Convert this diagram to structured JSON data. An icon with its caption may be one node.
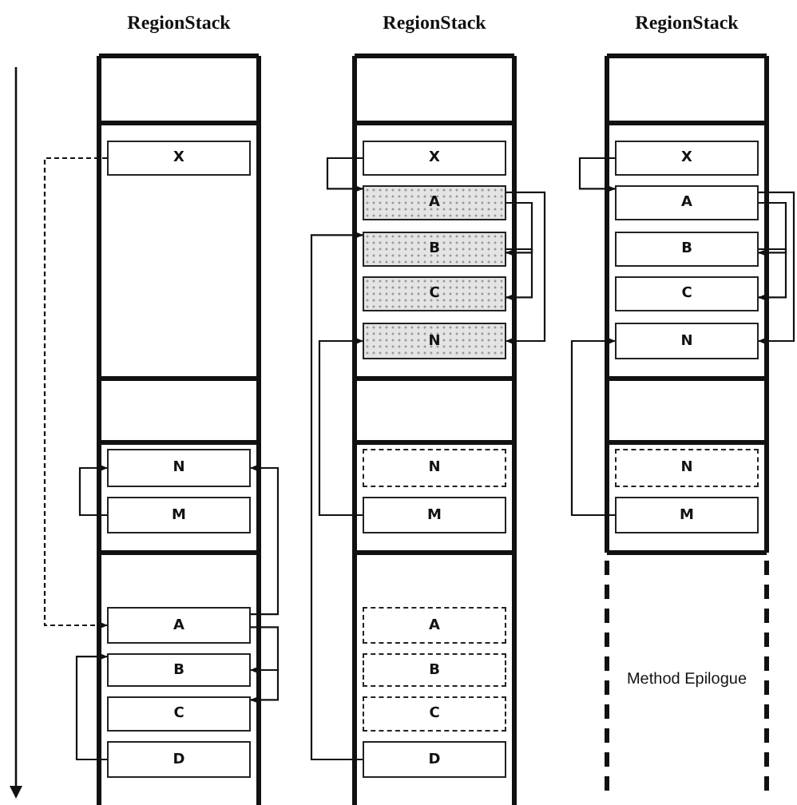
{
  "diagram": {
    "nodes": [
      {
        "text": [
          "RegionStack"
        ]
      },
      {
        "text": [
          "X"
        ],
        "in": 0
      },
      {
        "text": [
          "N"
        ],
        "in": 0
      },
      {
        "text": [
          "M"
        ],
        "in": 0
      },
      {
        "text": [
          "A"
        ],
        "in": 0
      },
      {
        "text": [
          "B"
        ],
        "in": 0
      },
      {
        "text": [
          "C"
        ],
        "in": 0
      },
      {
        "text": [
          "D"
        ],
        "in": 0
      },
      {
        "text": [
          "RegionStack"
        ]
      },
      {
        "text": [
          "X"
        ],
        "in": 8
      },
      {
        "text": [
          "A"
        ],
        "in": 8
      },
      {
        "text": [
          "B"
        ],
        "in": 8
      },
      {
        "text": [
          "C"
        ],
        "in": 8
      },
      {
        "text": [
          "N"
        ],
        "in": 8
      },
      {
        "text": [
          "N"
        ],
        "in": 8
      },
      {
        "text": [
          "M"
        ],
        "in": 8
      },
      {
        "text": [
          "A"
        ],
        "in": 8
      },
      {
        "text": [
          "B"
        ],
        "in": 8
      },
      {
        "text": [
          "C"
        ],
        "in": 8
      },
      {
        "text": [
          "D"
        ],
        "in": 8
      },
      {
        "text": [
          "RegionStack"
        ]
      },
      {
        "text": [
          "X"
        ],
        "in": 20
      },
      {
        "text": [
          "A"
        ],
        "in": 20
      },
      {
        "text": [
          "B"
        ],
        "in": 20
      },
      {
        "text": [
          "C"
        ],
        "in": 20
      },
      {
        "text": [
          "N"
        ],
        "in": 20
      },
      {
        "text": [
          "N"
        ],
        "in": 20
      },
      {
        "text": [
          "M"
        ],
        "in": 20
      },
      {
        "text": [
          "Method Epilogue"
        ],
        "in": 20
      }
    ],
    "edges": [
      {
        "from": 1,
        "to": 4,
        "arrow": "to",
        "style": "dashed"
      },
      {
        "from": 3,
        "to": 2,
        "arrow": "to"
      },
      {
        "from": 4,
        "to": 2,
        "arrow": "to"
      },
      {
        "from": 4,
        "to": 5,
        "arrow": "to"
      },
      {
        "from": 5,
        "to": 6,
        "arrow": "to"
      },
      {
        "from": 7,
        "to": 5,
        "arrow": "to"
      },
      {
        "from": 9,
        "to": 10,
        "arrow": "to"
      },
      {
        "from": 10,
        "to": 11,
        "arrow": "to"
      },
      {
        "from": 11,
        "to": 12,
        "arrow": "to"
      },
      {
        "from": 10,
        "to": 13,
        "arrow": "to"
      },
      {
        "from": 19,
        "to": 11,
        "arrow": "to"
      },
      {
        "from": 15,
        "to": 13,
        "arrow": "to"
      },
      {
        "from": 21,
        "to": 22,
        "arrow": "to"
      },
      {
        "from": 22,
        "to": 23,
        "arrow": "to"
      },
      {
        "from": 23,
        "to": 24,
        "arrow": "to"
      },
      {
        "from": 22,
        "to": 25,
        "arrow": "to"
      },
      {
        "from": 27,
        "to": 25,
        "arrow": "to"
      }
    ]
  }
}
